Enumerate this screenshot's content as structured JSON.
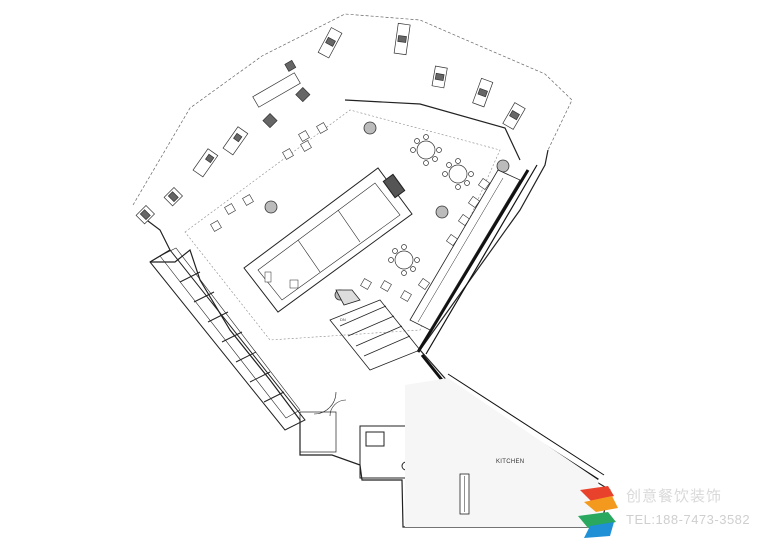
{
  "plan": {
    "room_labels": {
      "kitchen": "KITCHEN",
      "door_tag": "DN"
    }
  },
  "watermark": {
    "brand": "创意餐饮装饰",
    "phone": "TEL:188-7473-3582",
    "colors": {
      "red": "#e8412c",
      "orange": "#f39a1e",
      "green": "#2aa860",
      "blue": "#1f8fd6"
    }
  }
}
